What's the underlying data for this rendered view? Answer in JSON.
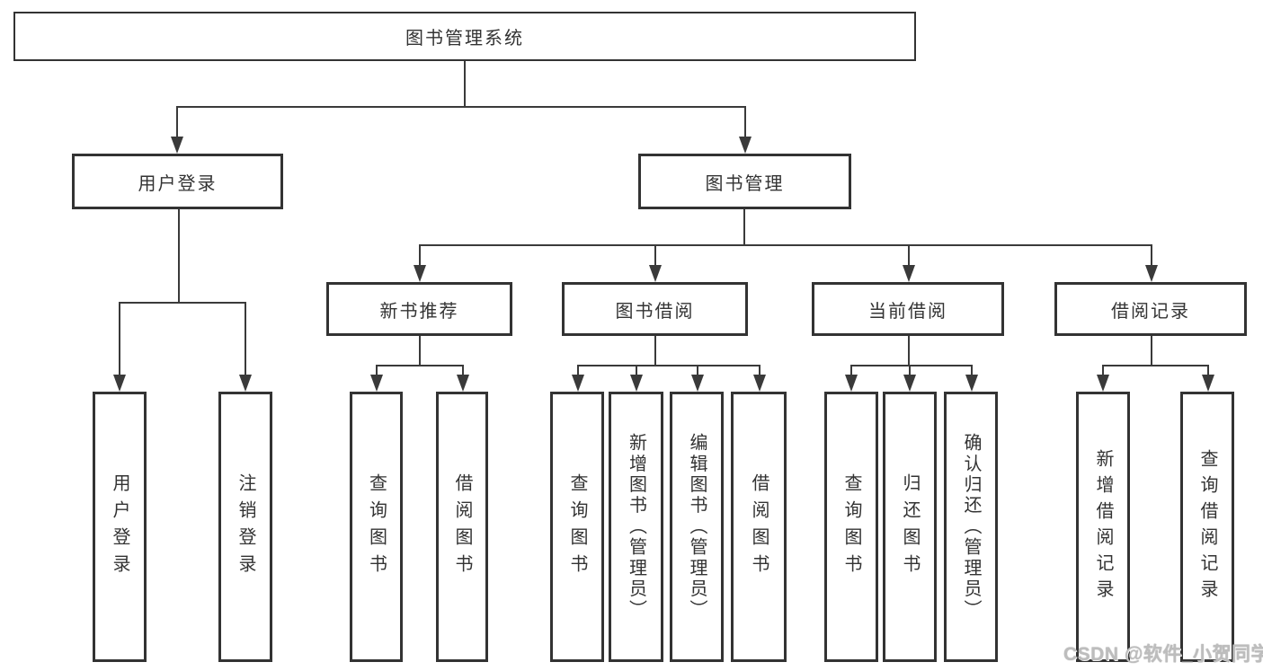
{
  "nodes": {
    "root": "图书管理系统",
    "user_login": "用户登录",
    "book_management": "图书管理",
    "new_book_recommend": "新书推荐",
    "book_borrow": "图书借阅",
    "current_borrow": "当前借阅",
    "borrow_records": "借阅记录",
    "leaf_user_login": "用户登录",
    "leaf_logout": "注销登录",
    "leaf_rec_query_books": "查询图书",
    "leaf_rec_borrow_books": "借阅图书",
    "leaf_bb_query_books": "查询图书",
    "leaf_bb_add_books": "新增图书（管理员）",
    "leaf_bb_edit_books": "编辑图书（管理员）",
    "leaf_bb_borrow_books": "借阅图书",
    "leaf_cb_query_books": "查询图书",
    "leaf_cb_return_books": "归还图书",
    "leaf_cb_confirm_return": "确认归还（管理员）",
    "leaf_br_add_record": "新增借阅记录",
    "leaf_br_query_record": "查询借阅记录"
  },
  "hierarchy": {
    "图书管理系统": {
      "用户登录": [
        "用户登录",
        "注销登录"
      ],
      "图书管理": {
        "新书推荐": [
          "查询图书",
          "借阅图书"
        ],
        "图书借阅": [
          "查询图书",
          "新增图书（管理员）",
          "编辑图书（管理员）",
          "借阅图书"
        ],
        "当前借阅": [
          "查询图书",
          "归还图书",
          "确认归还（管理员）"
        ],
        "借阅记录": [
          "新增借阅记录",
          "查询借阅记录"
        ]
      }
    }
  },
  "watermark": {
    "text": "CSDN @软件_小贺同学"
  },
  "colors": {
    "line": "#3a3a3a",
    "box_border": "#333333",
    "text": "#333333",
    "watermark": "#bdbdbd",
    "background": "#ffffff"
  }
}
